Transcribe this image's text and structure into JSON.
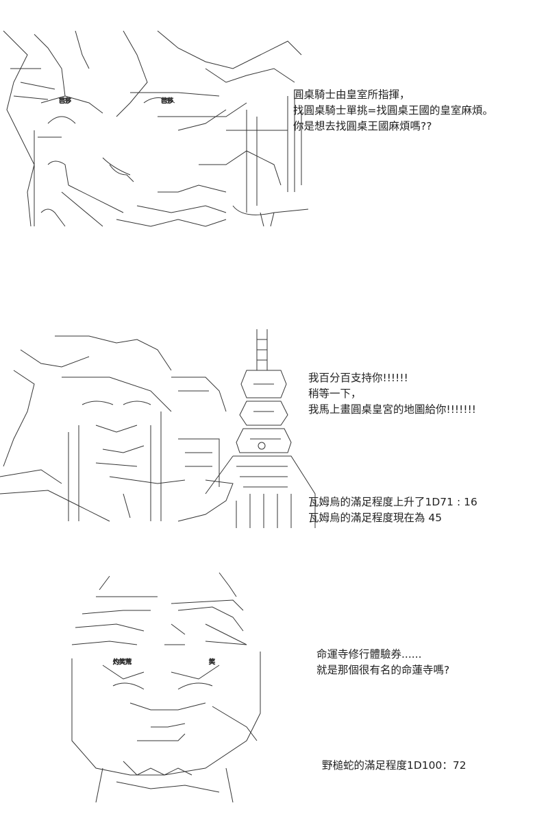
{
  "panels": [
    {
      "art": "ascii-art-knights",
      "lines": [
        "圓桌騎士由皇室所指揮，",
        "找圓桌騎士單挑=找圓桌王國的皇室麻煩。",
        "你是想去找圓桌王國麻煩嗎??"
      ],
      "art_labels": [
        "芭莎",
        "芭莎"
      ]
    },
    {
      "art": "ascii-art-tower",
      "lines_top": [
        "我百分百支持你!!!!!!",
        "稍等一下，",
        "我馬上畫圓桌皇宮的地圖給你!!!!!!!"
      ],
      "lines_bottom": [
        "瓦姆烏的滿足程度上升了1D71 : 16",
        "瓦姆烏的滿足程度現在為 45"
      ]
    },
    {
      "art": "ascii-art-character",
      "lines_top": [
        "命運寺修行體驗券......",
        "就是那個很有名的命蓮寺嗎?"
      ],
      "lines_bottom": [
        "野槌蛇的滿足程度1D100：72"
      ],
      "art_labels": [
        "灼笑荒",
        "笑"
      ]
    }
  ]
}
